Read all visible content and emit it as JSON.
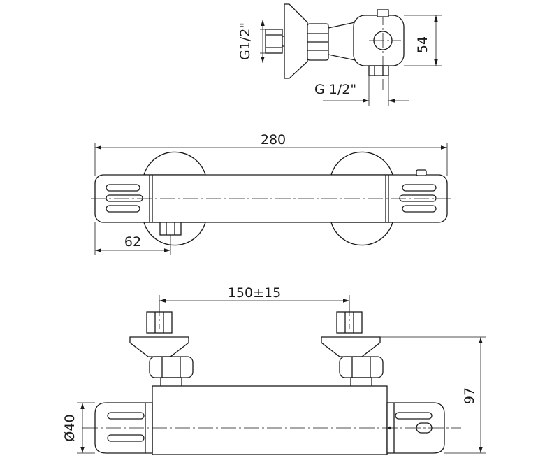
{
  "dimensions": {
    "side_inlet_thread": "G1/2\"",
    "side_height": "54",
    "side_outlet_thread": "G 1/2\"",
    "top_length": "280",
    "top_outlet_offset": "62",
    "front_center_distance": "150±15",
    "front_height": "97",
    "front_body_diameter": "Ø40"
  }
}
